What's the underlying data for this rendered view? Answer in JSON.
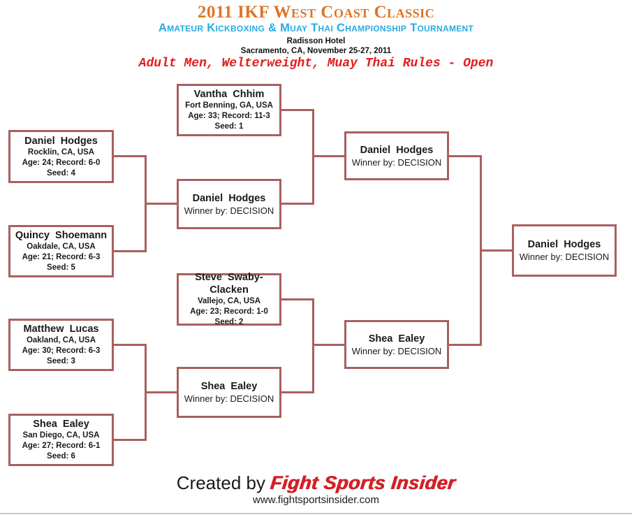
{
  "header": {
    "title": "2011 IKF West Coast Classic",
    "subtitle": "Amateur Kickboxing & Muay Thai Championship Tournament",
    "venue": "Radisson Hotel",
    "location_date": "Sacramento, CA, November 25-27, 2011",
    "division": "Adult Men, Welterweight, Muay Thai Rules - Open"
  },
  "colors": {
    "title_orange": "#df7426",
    "subtitle_blue": "#29abe2",
    "division_red": "#e31c1c",
    "bracket_border": "#a8605e",
    "logo_red": "#d32027"
  },
  "bracket": {
    "chhim": {
      "name": "Vantha  Chhim",
      "location": "Fort Benning, GA, USA",
      "record": "Age: 33; Record: 11-3",
      "seed": "Seed: 1"
    },
    "hodges": {
      "name": "Daniel  Hodges",
      "location": "Rocklin, CA, USA",
      "record": "Age: 24; Record: 6-0",
      "seed": "Seed: 4"
    },
    "shoemann": {
      "name": "Quincy  Shoemann",
      "location": "Oakdale, CA, USA",
      "record": "Age: 21; Record: 6-3",
      "seed": "Seed: 5"
    },
    "swaby": {
      "name": "Steve  Swaby-Clacken",
      "location": "Vallejo, CA, USA",
      "record": "Age: 23; Record: 1-0",
      "seed": "Seed: 2"
    },
    "lucas": {
      "name": "Matthew  Lucas",
      "location": "Oakland, CA, USA",
      "record": "Age: 30; Record: 6-3",
      "seed": "Seed: 3"
    },
    "ealey": {
      "name": "Shea  Ealey",
      "location": "San Diego, CA, USA",
      "record": "Age: 27; Record: 6-1",
      "seed": "Seed: 6"
    },
    "quarter_top_winner": {
      "name": "Daniel  Hodges",
      "result": "Winner by: DECISION"
    },
    "quarter_bottom_winner": {
      "name": "Shea  Ealey",
      "result": "Winner by: DECISION"
    },
    "semi_top_winner": {
      "name": "Daniel  Hodges",
      "result": "Winner by: DECISION"
    },
    "semi_bottom_winner": {
      "name": "Shea  Ealey",
      "result": "Winner by: DECISION"
    },
    "champion": {
      "name": "Daniel  Hodges",
      "result": "Winner by: DECISION"
    }
  },
  "footer": {
    "created_by": "Created by ",
    "logo_text": "Fight Sports Insider",
    "website": "www.fightsportsinsider.com"
  }
}
